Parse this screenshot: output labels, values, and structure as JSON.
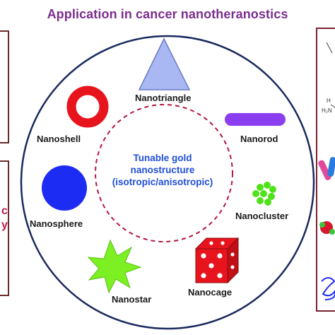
{
  "title": "Application in cancer nanotheranostics",
  "center_label": {
    "line1": "Tunable gold",
    "line2": "nanostructure",
    "line3": "(isotropic/anisotropic)"
  },
  "shapes": [
    {
      "id": "nanotriangle",
      "label": "Nanotriangle",
      "color": "#a9b8f2"
    },
    {
      "id": "nanoshell",
      "label": "Nanoshell",
      "color": "#e8141d"
    },
    {
      "id": "nanorod",
      "label": "Nanorod",
      "color": "#8a3ef0"
    },
    {
      "id": "nanosphere",
      "label": "Nanosphere",
      "color": "#1d2cf2"
    },
    {
      "id": "nanocluster",
      "label": "Nanocluster",
      "color": "#4fe21a"
    },
    {
      "id": "nanostar",
      "label": "Nanostar",
      "color": "#7cf023"
    },
    {
      "id": "nanocage",
      "label": "Nanocage",
      "color": "#e8141d"
    }
  ],
  "left_fragments": {
    "line1": "c",
    "line2": "y"
  },
  "right_fragments": {
    "molecule_text_a": "H",
    "molecule_text_b": "H₂N"
  },
  "colors": {
    "title": "#7b2d8e",
    "panel_border": "#7a2230",
    "circle_border": "#1a2a5e",
    "inner_dashed": "#b3173f",
    "center_text": "#1f4fd6"
  }
}
